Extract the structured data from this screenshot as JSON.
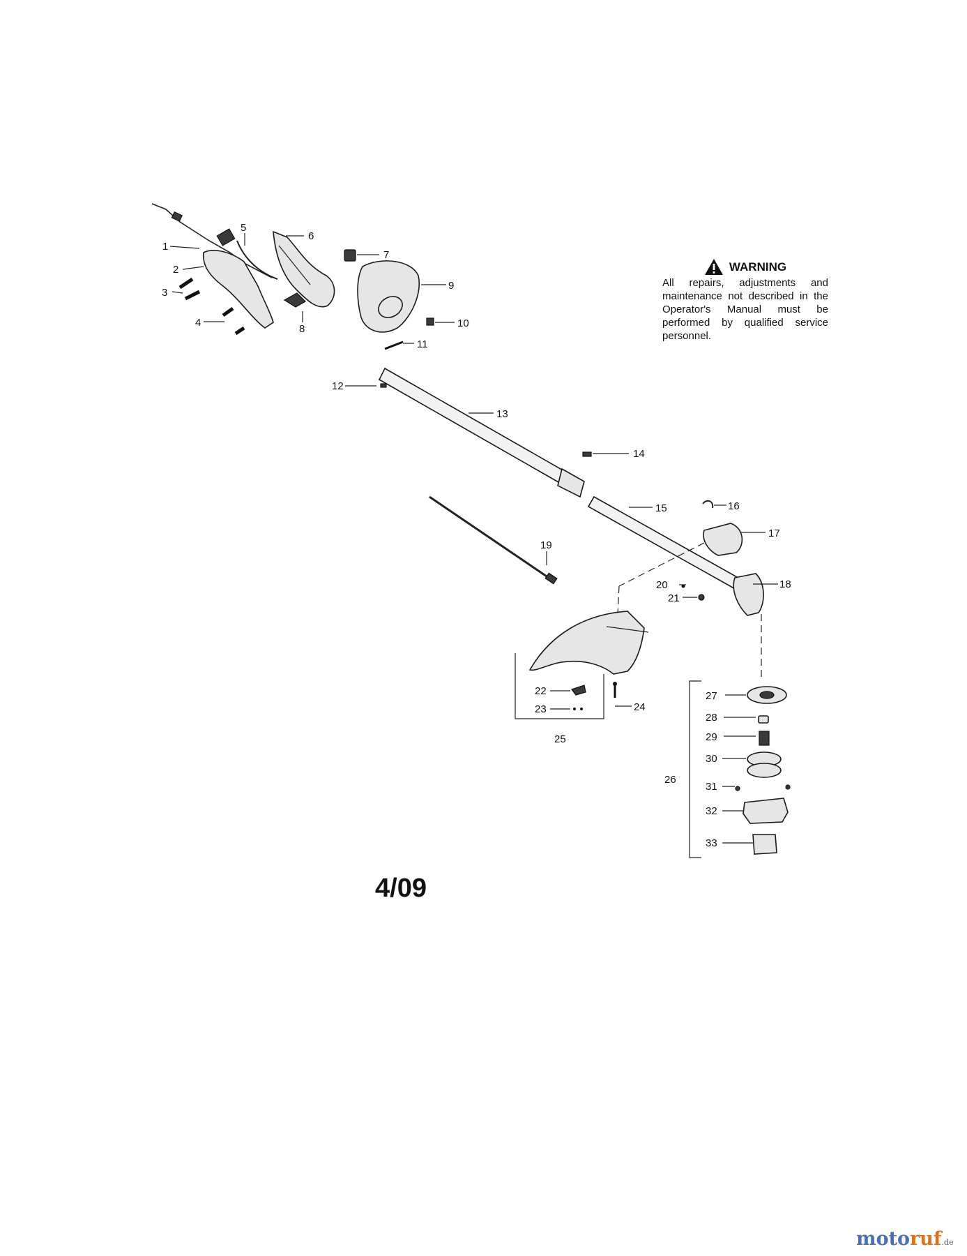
{
  "diagram": {
    "callouts": [
      "1",
      "2",
      "3",
      "4",
      "5",
      "6",
      "7",
      "8",
      "9",
      "10",
      "11",
      "12",
      "13",
      "14",
      "15",
      "16",
      "17",
      "18",
      "19",
      "20",
      "21",
      "22",
      "23",
      "24",
      "25",
      "26",
      "27",
      "28",
      "29",
      "30",
      "31",
      "32",
      "33"
    ]
  },
  "warning": {
    "title": "WARNING",
    "icon": "warning-triangle-icon",
    "body": "All repairs, adjustments and maintenance not described in the Operator's Manual must be performed by qualified service personnel."
  },
  "date_code": "4/09",
  "watermark": {
    "brand_part1": "moto",
    "brand_part2": "ruf",
    "tld": ".de",
    "colors": {
      "part1": "#4a6fb5",
      "part2": "#d9731f"
    }
  }
}
